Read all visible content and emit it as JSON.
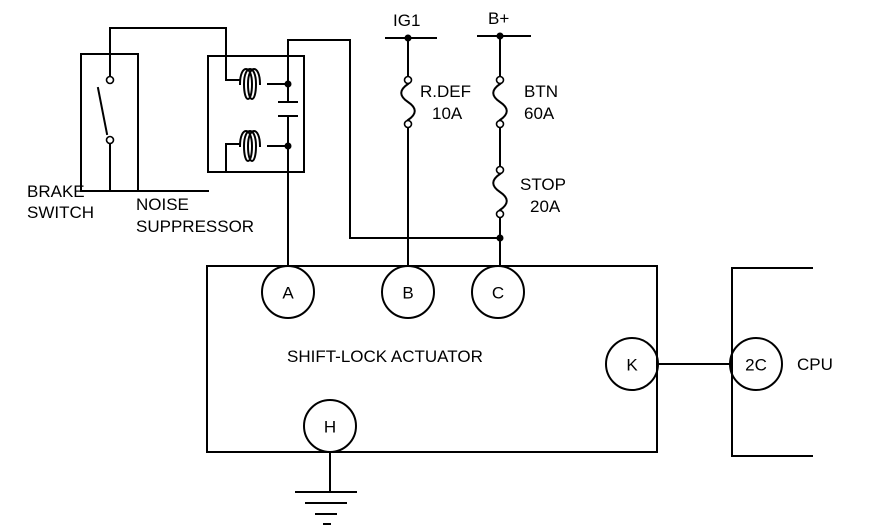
{
  "labels": {
    "brake_switch_line1": "BRAKE",
    "brake_switch_line2": "SWITCH",
    "noise_suppressor_line1": "NOISE",
    "noise_suppressor_line2": "SUPPRESSOR",
    "ig1": "IG1",
    "bplus": "B+",
    "rdef_name": "R.DEF",
    "rdef_rating": "10A",
    "btn_name": "BTN",
    "btn_rating": "60A",
    "stop_name": "STOP",
    "stop_rating": "20A",
    "actuator": "SHIFT-LOCK ACTUATOR",
    "cpu": "CPU"
  },
  "connectors": {
    "a": "A",
    "b": "B",
    "c": "C",
    "k": "K",
    "h": "H",
    "cpu_2c": "2C"
  }
}
